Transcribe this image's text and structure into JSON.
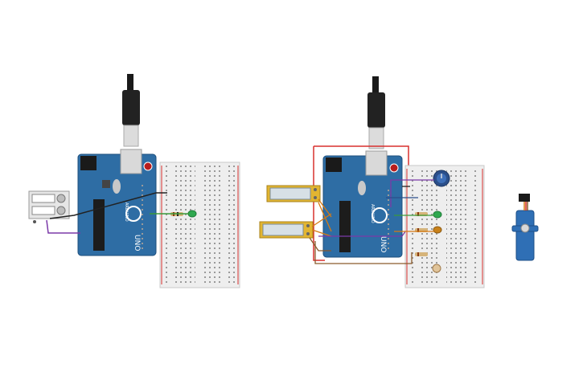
{
  "canvas": {
    "title": "",
    "background": "#ffffff"
  },
  "arduino": {
    "uno_label": "UNO",
    "brand_label": "ARDUINO",
    "color": "#2e6da4"
  },
  "components": [
    {
      "name": "arduino-uno-1",
      "type": "arduino-uno"
    },
    {
      "name": "breadboard-1",
      "type": "breadboard"
    },
    {
      "name": "ultrasonic-sensor",
      "type": "sensor"
    },
    {
      "name": "led-green-1",
      "type": "led",
      "color": "#2fa84f"
    },
    {
      "name": "resistor-1",
      "type": "resistor"
    },
    {
      "name": "arduino-uno-2",
      "type": "arduino-uno"
    },
    {
      "name": "breadboard-2",
      "type": "breadboard"
    },
    {
      "name": "lcd-module-1",
      "type": "display"
    },
    {
      "name": "lcd-module-2",
      "type": "display"
    },
    {
      "name": "potentiometer",
      "type": "potentiometer"
    },
    {
      "name": "led-green-2",
      "type": "led",
      "color": "#2fa84f"
    },
    {
      "name": "led-orange",
      "type": "led",
      "color": "#c8811a"
    },
    {
      "name": "photoresistor",
      "type": "ldr"
    },
    {
      "name": "servo-motor",
      "type": "servo",
      "color": "#2f6fb5"
    }
  ],
  "wire_colors": {
    "red": "#d8302f",
    "black": "#222222",
    "purple": "#7b3aa8",
    "orange": "#d67a14",
    "green": "#3a9a3a",
    "brown": "#8a5a2b"
  }
}
